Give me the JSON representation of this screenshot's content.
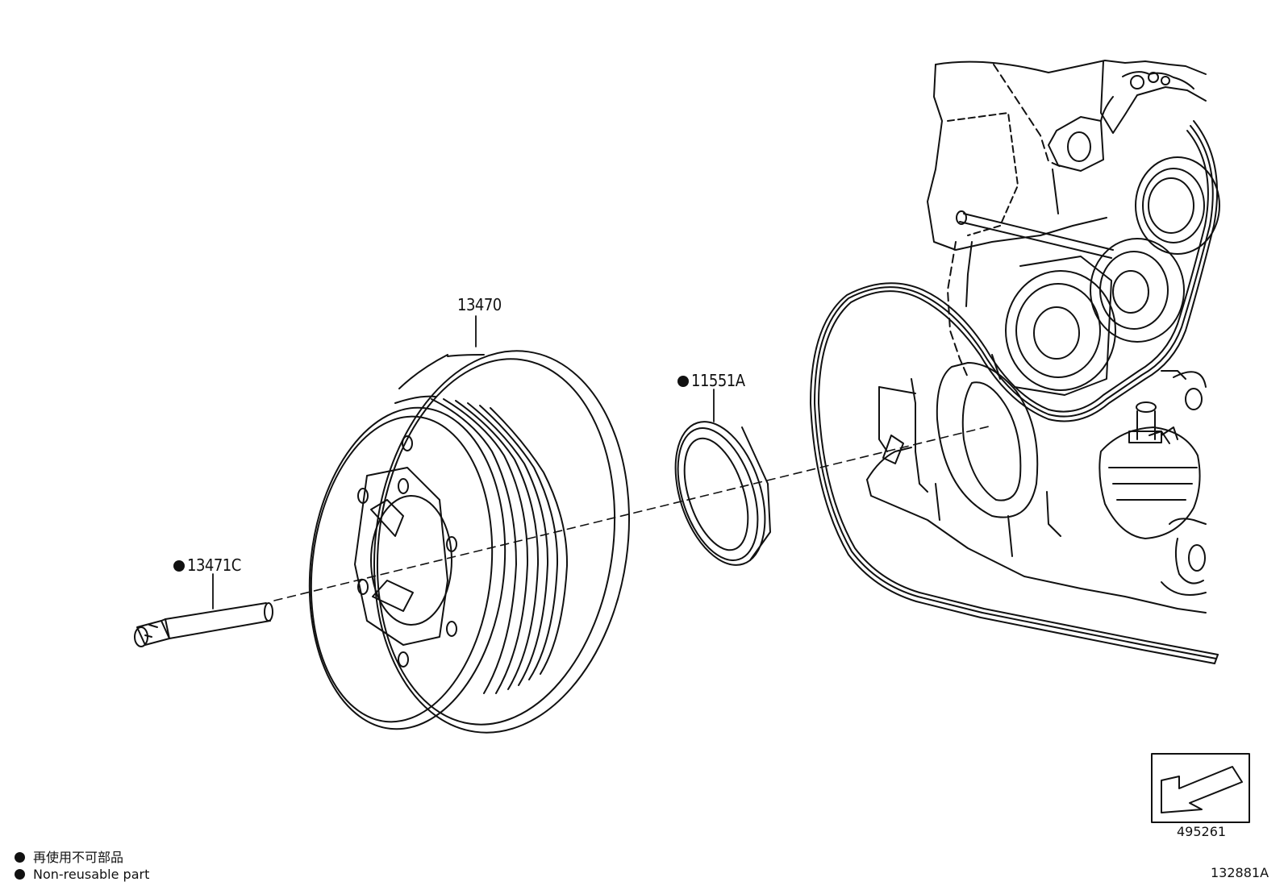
{
  "parts": {
    "pulley": {
      "number": "13470"
    },
    "seal": {
      "number": "11551A"
    },
    "bolt": {
      "number": "13471C"
    }
  },
  "reference_box": {
    "code": "495261",
    "icon": "front-direction-arrow-icon"
  },
  "legend": {
    "marker_icon": "filled-circle-icon",
    "text_jp": "再使用不可部品",
    "text_en": "Non-reusable part"
  },
  "figure_code": "132881A"
}
